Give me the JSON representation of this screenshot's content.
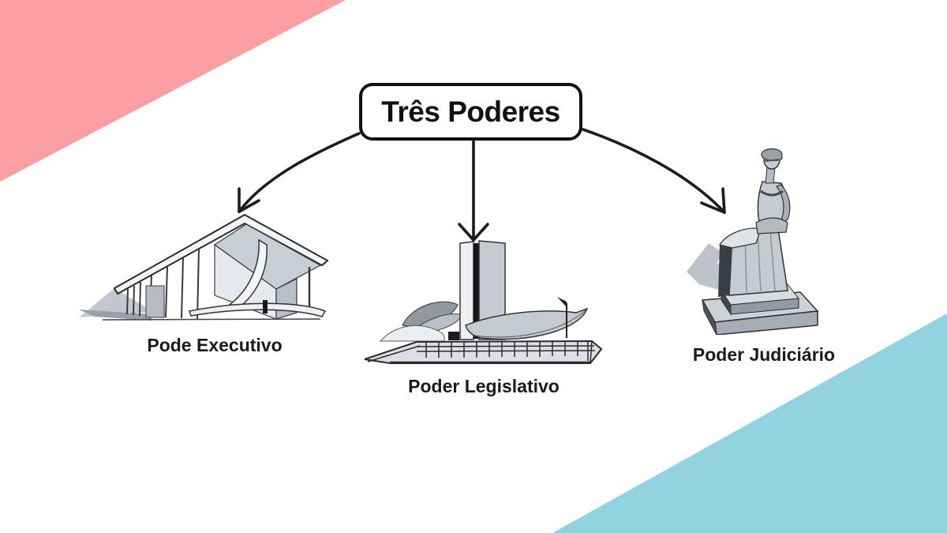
{
  "page": {
    "title": "Três Poderes"
  },
  "branches": [
    {
      "id": "executivo",
      "label": "Pode Executivo",
      "illustration": "palacio-do-planalto-building"
    },
    {
      "id": "legislativo",
      "label": "Poder Legislativo",
      "illustration": "congresso-nacional-building"
    },
    {
      "id": "judiciario",
      "label": "Poder Judiciário",
      "illustration": "estatua-da-justica-statue"
    }
  ],
  "icons": {
    "arrows": [
      "curved-arrow-to-executive",
      "straight-arrow-to-legislative",
      "curved-arrow-to-judiciary"
    ]
  },
  "colors": {
    "background": "#ffffff",
    "corner_top_left": "#fc9fa3",
    "corner_bottom_right": "#93d3e0",
    "line": "#1c1c1c",
    "title_text": "#111111",
    "label_text": "#1b1b1b",
    "illustration_gray_light": "#e8eaee",
    "illustration_gray_mid": "#c6cbd2",
    "illustration_gray_dark": "#9099a2"
  }
}
